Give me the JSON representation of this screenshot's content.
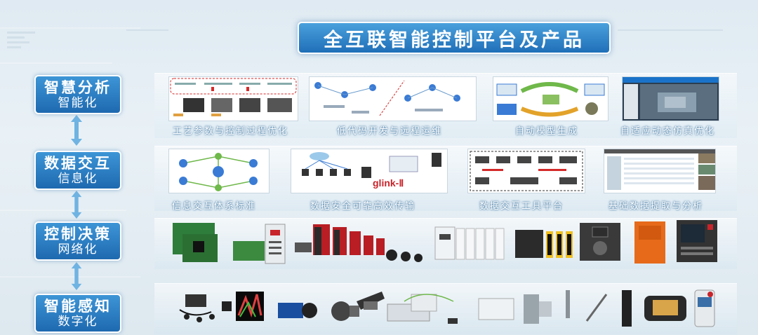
{
  "title": "全互联智能控制平台及产品",
  "levels": [
    {
      "line1": "智慧分析",
      "line2": "智能化"
    },
    {
      "line1": "数据交互",
      "line2": "信息化"
    },
    {
      "line1": "控制决策",
      "line2": "网络化"
    },
    {
      "line1": "智能感知",
      "line2": "数字化"
    }
  ],
  "row1_captions": [
    "工艺参数与控制过程优化",
    "低代码开发与远程运维",
    "自动模型生成",
    "自适应动态仿真优化"
  ],
  "row2_captions": [
    "信息交互体系标准",
    "数据安全可靠高效传输",
    "数据交互工具平台",
    "基础数据提取与分析"
  ],
  "row2_logo": "glink-Ⅱ",
  "colors": {
    "accent": "#1f6fb8",
    "accent_light": "#4aa0dc",
    "red": "#c8242b"
  }
}
